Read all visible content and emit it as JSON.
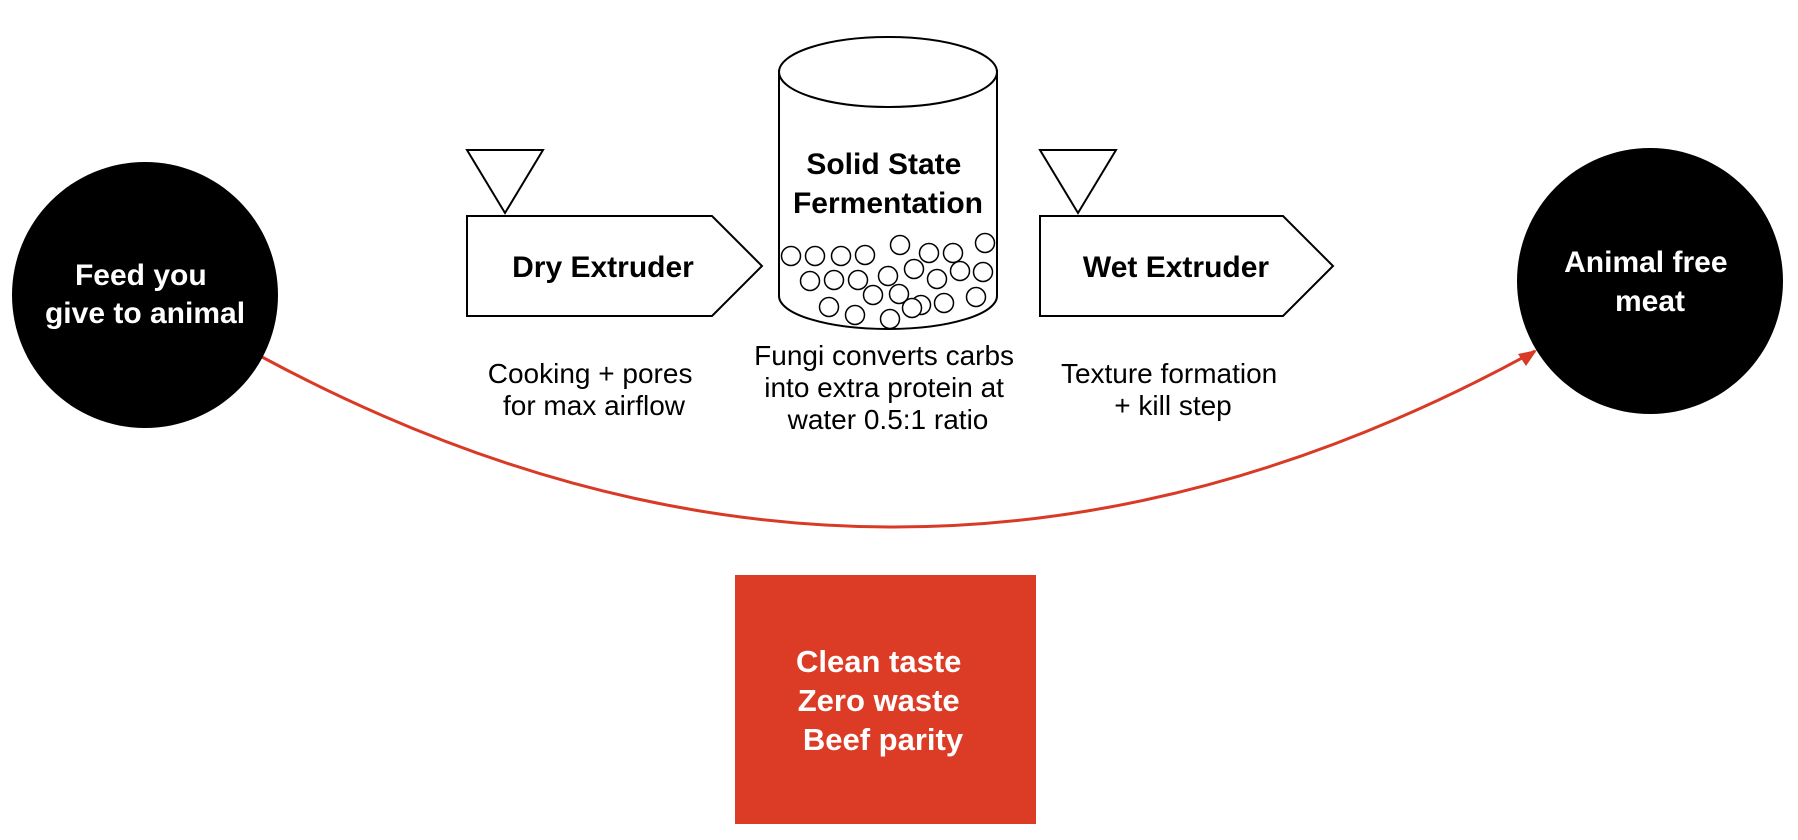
{
  "colors": {
    "node_fill": "#000000",
    "node_text": "#ffffff",
    "arrow": "#d93a26",
    "outcome_fill": "#dc3b26",
    "outline": "#000000"
  },
  "input_node": {
    "lines": [
      "Feed you",
      "give to animal"
    ]
  },
  "output_node": {
    "lines": [
      "Animal free",
      "meat"
    ]
  },
  "dry_extruder": {
    "title": "Dry Extruder",
    "caption": [
      "Cooking + pores",
      "for max airflow"
    ]
  },
  "fermenter": {
    "title": [
      "Solid State",
      "Fermentation"
    ],
    "caption": [
      "Fungi converts carbs",
      "into extra protein at",
      "water 0.5:1 ratio"
    ]
  },
  "wet_extruder": {
    "title": "Wet Extruder",
    "caption": [
      "Texture formation",
      "+ kill step"
    ]
  },
  "outcome_box": {
    "lines": [
      "Clean taste",
      "Zero waste",
      "Beef parity"
    ]
  }
}
